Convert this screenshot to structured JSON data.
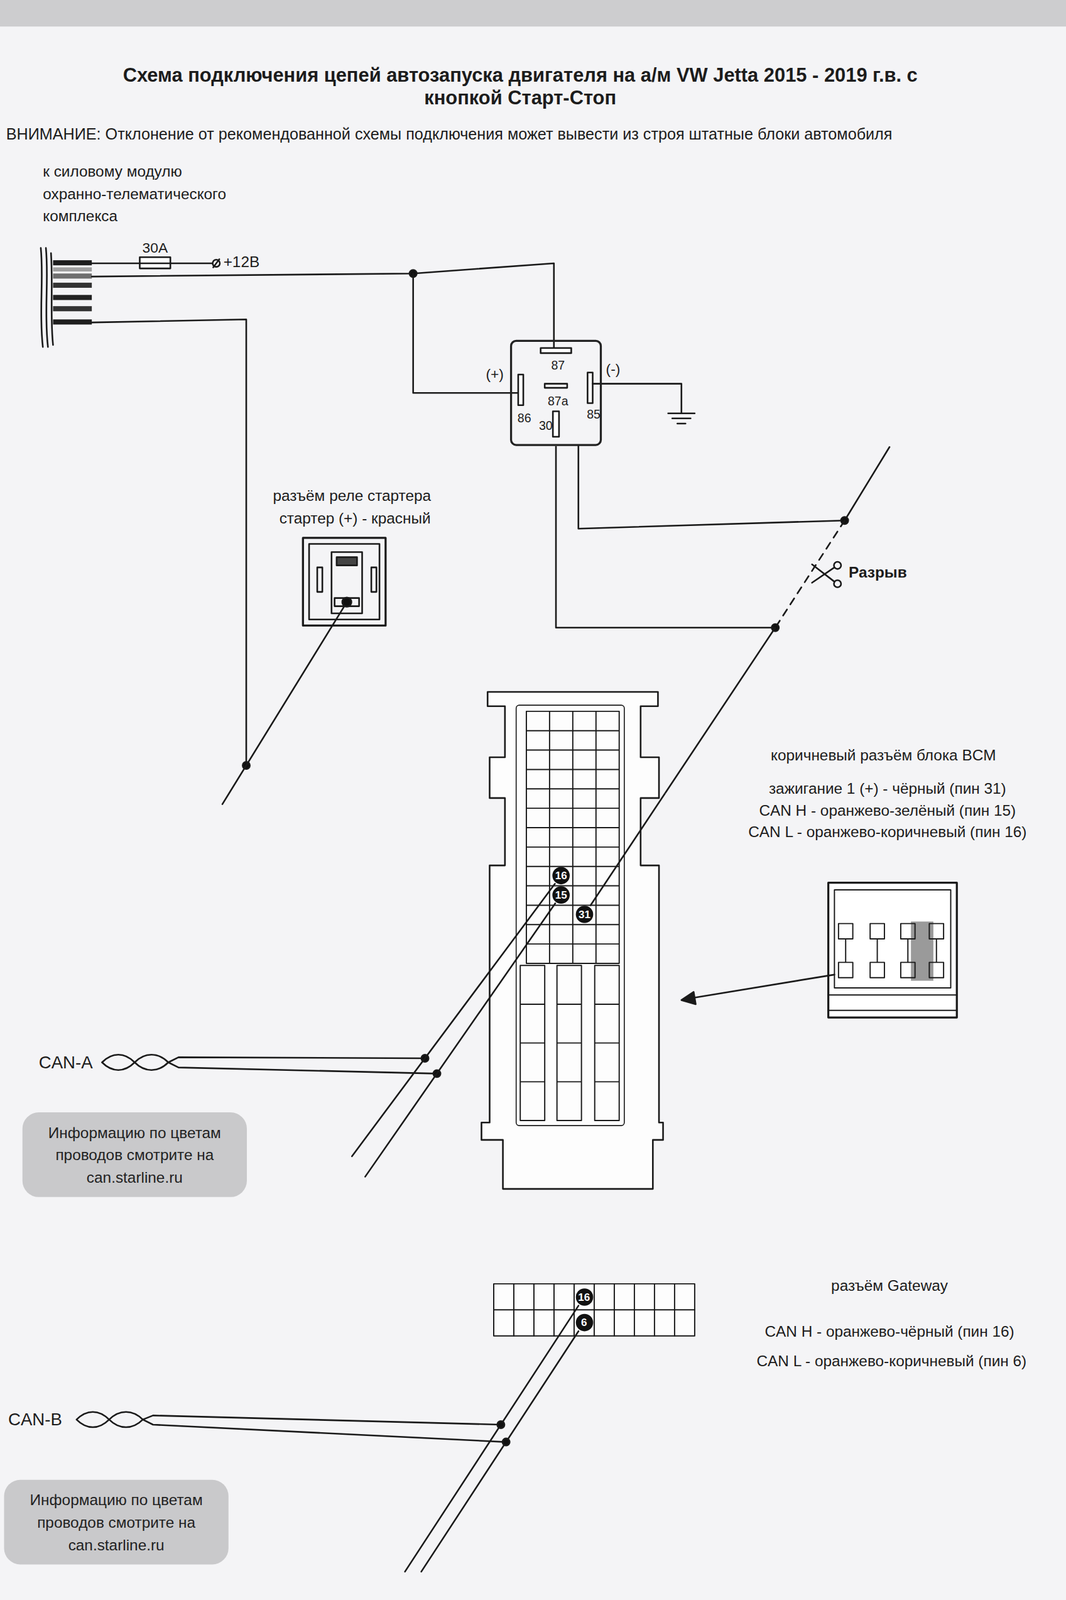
{
  "diagram": {
    "title": "Схема подключения цепей автозапуска двигателя на а/м VW Jetta 2015 - 2019 г.в. с кнопкой Старт-Стоп",
    "nodes": [
      {
        "text": [
          "87",
          "87a",
          "86",
          "30",
          "85"
        ]
      },
      {
        "text": [
          "16",
          "15",
          "31"
        ]
      },
      {
        "text": [
          "Информацию по цветам проводов смотрите на can.starline.ru"
        ]
      },
      {
        "text": [
          "16",
          "6"
        ]
      },
      {
        "text": [
          "Информацию по цветам проводов смотрите на can.starline.ru"
        ]
      }
    ],
    "edges": [
      {
        "from": 0,
        "to": 1,
        "arrow": "none"
      }
    ],
    "labels": [
      "ВНИМАНИЕ: Отклонение от рекомендованной схемы подключения может вывести из строя штатные блоки автомобиля",
      "к силовому модулю охранно-телематического комплекса",
      "30A",
      "+12В",
      "(+)",
      "(-)",
      "разъём реле стартера",
      "стартер (+) - красный",
      "Разрыв",
      "коричневый разъём блока BCM",
      "зажигание 1 (+) - чёрный (пин 31)",
      "CAN H - оранжево-зелёный (пин 15)",
      "CAN L - оранжево-коричневый (пин 16)",
      "CAN-A",
      "разъём Gateway",
      "CAN H - оранжево-чёрный (пин 16)",
      "CAN L - оранжево-коричневый (пин 6)",
      "CAN-B"
    ]
  }
}
